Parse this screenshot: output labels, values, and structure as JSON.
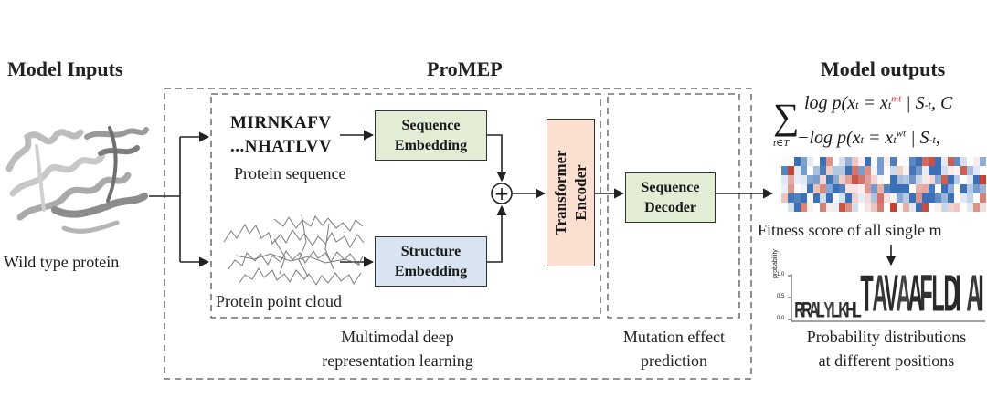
{
  "headings": {
    "model_inputs": "Model Inputs",
    "promep": "ProMEP",
    "model_outputs": "Model outputs"
  },
  "inputs": {
    "wild_type_label": "Wild type protein"
  },
  "sequence": {
    "line1": "MIRNKAFV",
    "line2": "...NHATLVV",
    "caption": "Protein sequence"
  },
  "point_cloud": {
    "caption": "Protein point cloud"
  },
  "modules": {
    "sequence_embedding": [
      "Sequence",
      "Embedding"
    ],
    "structure_embedding": [
      "Structure",
      "Embedding"
    ],
    "transformer_encoder": [
      "Transformer",
      "Encoder"
    ],
    "sequence_decoder": [
      "Sequence",
      "Decoder"
    ],
    "combine_symbol": "+"
  },
  "sections": {
    "multimodal": [
      "Multimodal deep",
      "representation learning"
    ],
    "mutation": [
      "Mutation effect",
      "prediction"
    ]
  },
  "outputs": {
    "formula": {
      "sum_symbol": "∑",
      "sum_sub": "t∈T",
      "top_prefix": "log p(x",
      "top_mid": " = x",
      "top_sup": "mt",
      "top_suffix": " | S",
      "top_tail": ", C",
      "bottom_prefix": "−log p(x",
      "bottom_mid": " = x",
      "bottom_sup": "wt",
      "bottom_suffix": " | S",
      "bottom_tail": ",",
      "t_sub": "t",
      "s_sub": "-t"
    },
    "fitness_caption": "Fitness score of all single m",
    "logo_ylabel": "probability",
    "logo_letters": "RRALYLKHLTAVAAFLDIAI",
    "logo_ticks": [
      "1.0",
      "0.5",
      "0.0"
    ],
    "prob_caption": [
      "Probability distributions",
      "at different positions"
    ]
  },
  "colors": {
    "seq_embedding": "#e3edd5",
    "struct_embedding": "#d8e4f1",
    "encoder": "#fbe0d2",
    "decoder": "#e3edd5",
    "heatmap_negative": "#3b6fb6",
    "heatmap_positive": "#c0392b",
    "formula_highlight": "#d0312d"
  }
}
